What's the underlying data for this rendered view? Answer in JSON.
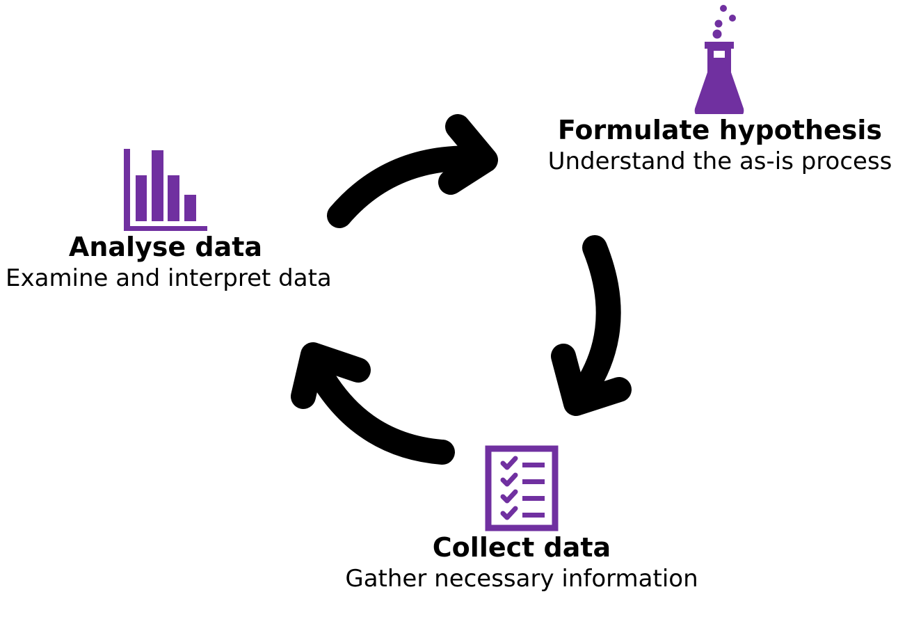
{
  "accent_color": "#7030a0",
  "arrow_color": "#000000",
  "steps": {
    "formulate": {
      "icon": "flask-icon",
      "title": "Formulate hypothesis",
      "subtitle": "Understand the as-is process"
    },
    "analyse": {
      "icon": "bar-chart-icon",
      "title": "Analyse data",
      "subtitle": "Examine and interpret data"
    },
    "collect": {
      "icon": "checklist-icon",
      "title": "Collect data",
      "subtitle": "Gather necessary information"
    }
  }
}
